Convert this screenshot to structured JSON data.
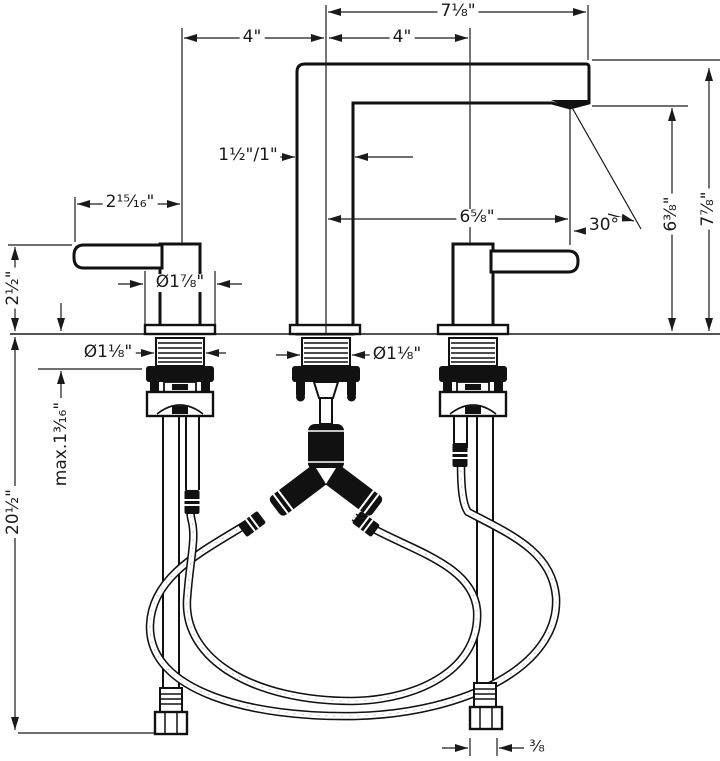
{
  "drawing_type": "faucet-installation-dimension-drawing",
  "dims": {
    "top_width": "7⅛\"",
    "spacing_left": "4\"",
    "spacing_right": "4\"",
    "spout_pipe": "1½\"/1\"",
    "spout_reach": "6⅝\"",
    "spout_angle": "30°",
    "height_to_aerator": "6⅜\"",
    "height_total": "7⅞\"",
    "handle_reach": "2¹⁵⁄₁₆\"",
    "handle_height": "2½\"",
    "escutcheon_diameter": "Ø1⅞\"",
    "shank_diameter_left": "Ø1⅛\"",
    "shank_diameter_center": "Ø1⅛\"",
    "max_deck_thickness": "max.1³⁄₁₆\"",
    "supply_hose_length": "20½\"",
    "supply_connection_size": "³⁄₈"
  },
  "colors": {
    "ink": "#111111",
    "dimension_lines": "#1a1a1a",
    "background": "#ffffff"
  }
}
